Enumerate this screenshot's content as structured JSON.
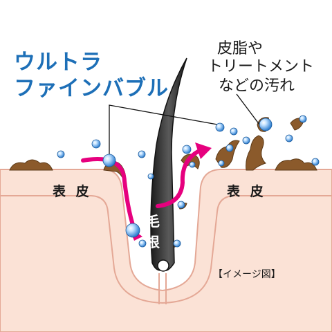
{
  "title_line1": "ウルトラ",
  "title_line2": "ファインバブル",
  "dirt_label": [
    "皮脂や",
    "トリートメント",
    "などの汚れ"
  ],
  "skin_label_left": "表 皮",
  "skin_label_right": "表 皮",
  "root_label": [
    "毛",
    "根"
  ],
  "caption": "【イメージ図】",
  "colors": {
    "bubble_title": "#1d6fb7",
    "skin": "#fbe2d6",
    "skin_outline": "#e4a896",
    "hair": "#3a3a3a",
    "dirt": "#8b5a2b",
    "arrow": "#e6007e",
    "bubble": "#2f7fd0",
    "sky": "#ffffff"
  },
  "icons": [
    "hair-icon",
    "bubble-icon",
    "dirt-particle-icon",
    "flow-arrow-icon"
  ]
}
